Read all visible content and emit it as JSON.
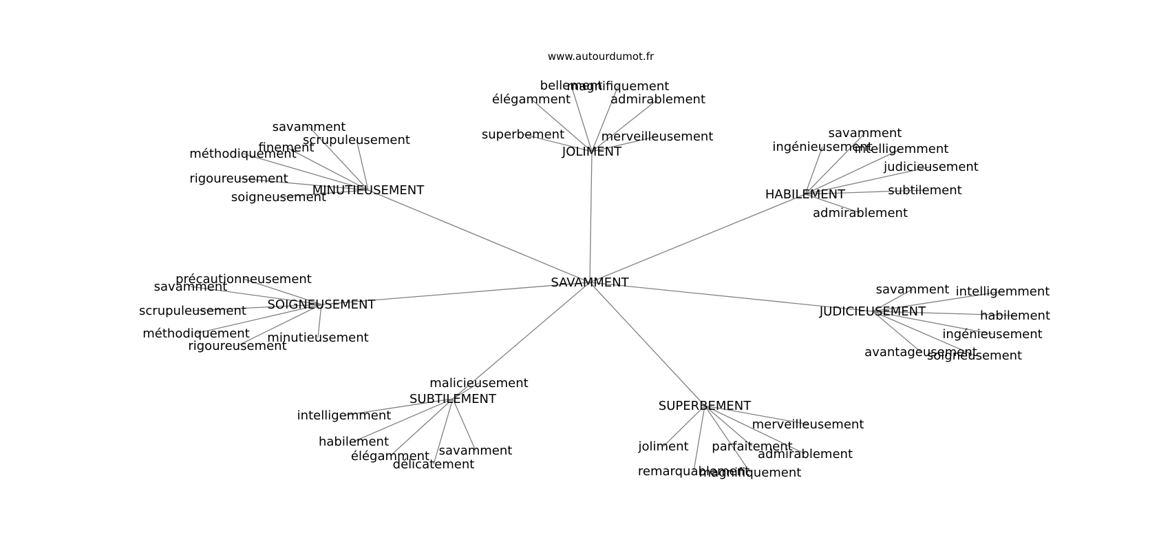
{
  "site": "www.autourdumot.fr",
  "graph": {
    "center": "SAVAMMENT",
    "clusters": [
      {
        "hub": "JOLIMENT",
        "leaves": [
          "bellement",
          "magnifiquement",
          "élégamment",
          "admirablement",
          "superbement",
          "merveilleusement"
        ]
      },
      {
        "hub": "MINUTIEUSEMENT",
        "leaves": [
          "savamment",
          "scrupuleusement",
          "finement",
          "méthodiquement",
          "rigoureusement",
          "soigneusement"
        ]
      },
      {
        "hub": "HABILEMENT",
        "leaves": [
          "savamment",
          "ingénieusement",
          "intelligemment",
          "judicieusement",
          "subtilement",
          "admirablement"
        ]
      },
      {
        "hub": "SOIGNEUSEMENT",
        "leaves": [
          "précautionneusement",
          "savamment",
          "scrupuleusement",
          "méthodiquement",
          "rigoureusement",
          "minutieusement"
        ]
      },
      {
        "hub": "JUDICIEUSEMENT",
        "leaves": [
          "savamment",
          "intelligemment",
          "habilement",
          "ingénieusement",
          "avantageusement",
          "soigneusement"
        ]
      },
      {
        "hub": "SUBTILEMENT",
        "leaves": [
          "malicieusement",
          "intelligemment",
          "habilement",
          "élégamment",
          "délicatement",
          "savamment"
        ]
      },
      {
        "hub": "SUPERBEMENT",
        "leaves": [
          "merveilleusement",
          "joliment",
          "parfaitement",
          "admirablement",
          "remarquablement",
          "magnifiquement"
        ]
      }
    ]
  }
}
